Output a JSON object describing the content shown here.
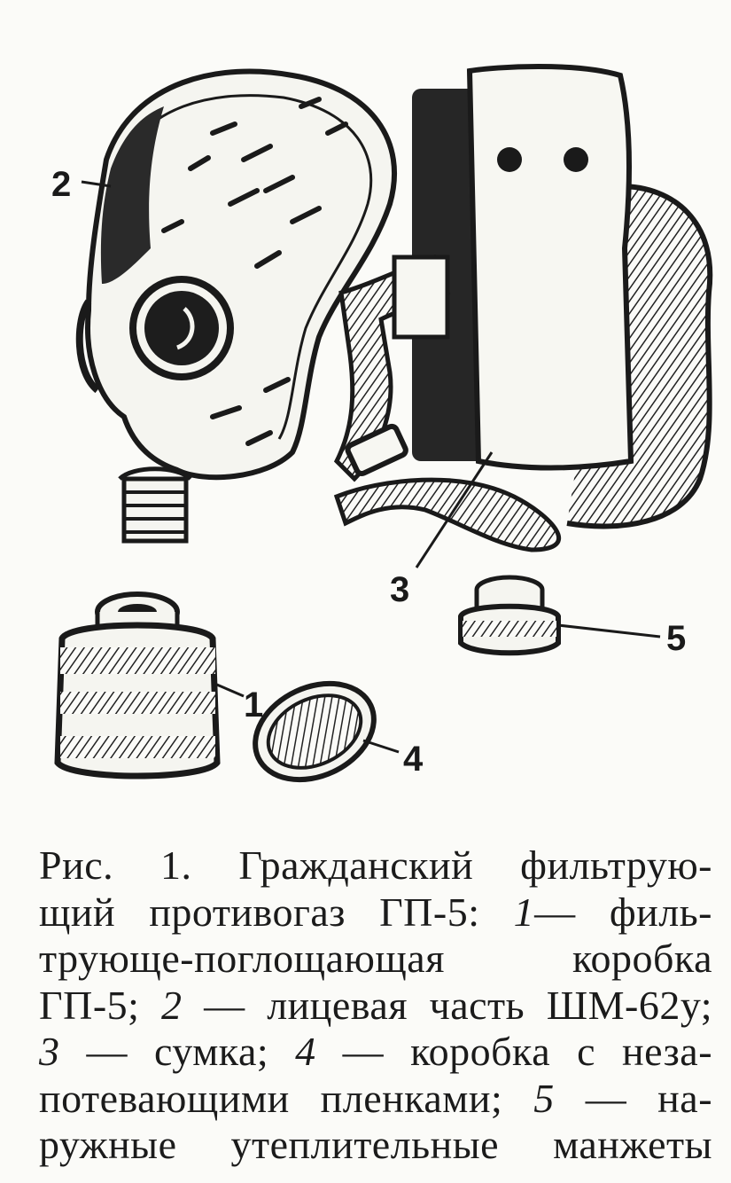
{
  "figure": {
    "labels": {
      "l1": "1",
      "l2": "2",
      "l3": "3",
      "l4": "4",
      "l5": "5"
    },
    "items": {
      "mask": "лицевая часть ШМ-62у",
      "bag": "сумка",
      "canister": "фильтрующе-поглощающая коробка ГП-5",
      "film_box": "коробка с незапотевающими пленками",
      "cuffs": "наружные утеплительные манжеты"
    }
  },
  "caption": {
    "line1": "Рис. 1. Гражданский фильтрую-",
    "line2a": "щий противогаз ГП-5:",
    "line2num": "1",
    "line2b": "— филь-",
    "line3": "трующе-поглощающая коробка",
    "line4a": "ГП-5;",
    "line4num": "2",
    "line4b": "— лицевая часть ШМ-62у;",
    "line5num": "3",
    "line5a": "— сумка;",
    "line5num2": "4",
    "line5b": "— коробка с неза-",
    "line6a": "потевающими пленками;",
    "line6num": "5",
    "line6b": "— на-",
    "line7": "ружные утеплительные манжеты"
  }
}
